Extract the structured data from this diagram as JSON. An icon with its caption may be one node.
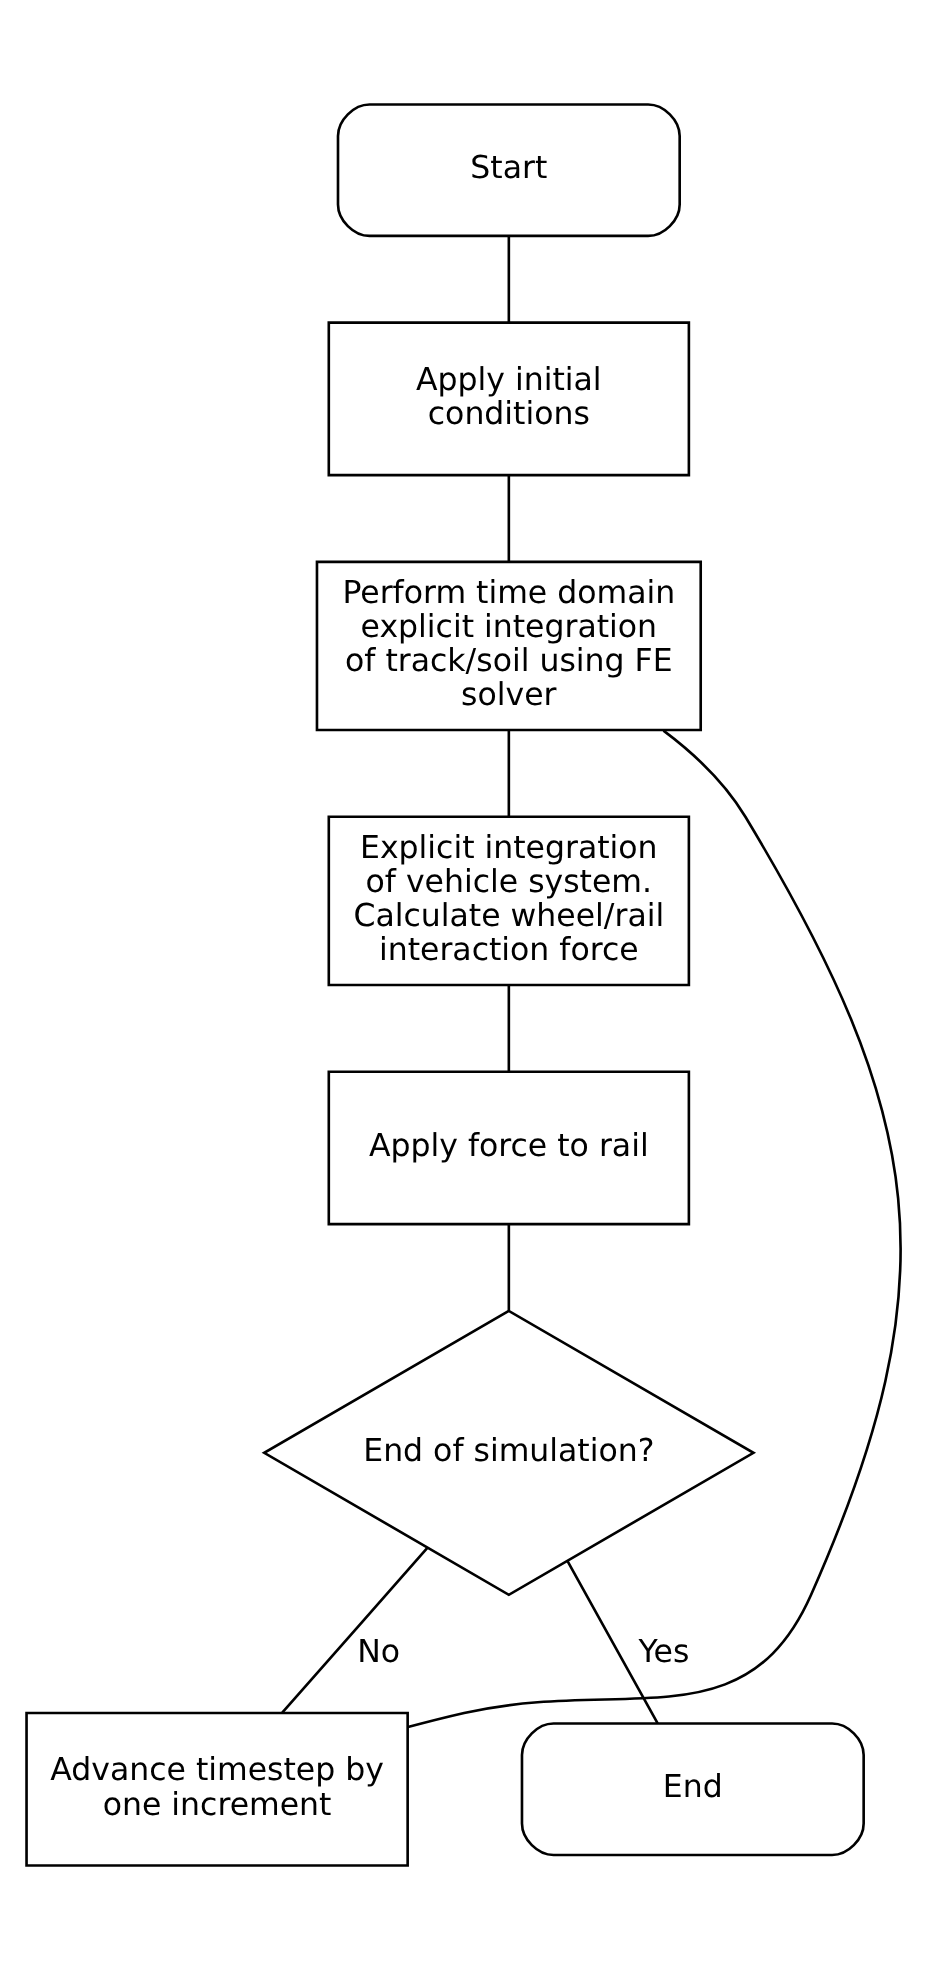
{
  "diagram": {
    "nodes": [
      {
        "text": [
          "Start"
        ]
      },
      {
        "text": [
          "Apply initial conditions"
        ]
      },
      {
        "text": [
          "Perform time domain explicit integration of track/soil using FE solver"
        ]
      },
      {
        "text": [
          "Explicit integration of vehicle system. Calculate wheel/rail interaction force"
        ]
      },
      {
        "text": [
          "Apply force to rail"
        ]
      },
      {
        "text": [
          "End of simulation?"
        ]
      },
      {
        "text": [
          "Advance timestep by one increment"
        ]
      },
      {
        "text": [
          "End"
        ]
      }
    ],
    "edges": [
      {
        "from": 0,
        "to": 1,
        "arrow": "none"
      },
      {
        "from": 1,
        "to": 2,
        "arrow": "none"
      },
      {
        "from": 2,
        "to": 3,
        "arrow": "none"
      },
      {
        "from": 3,
        "to": 4,
        "arrow": "none"
      },
      {
        "from": 4,
        "to": 5,
        "arrow": "none"
      },
      {
        "from": 5,
        "to": 7,
        "label": "Yes",
        "arrow": "none"
      },
      {
        "from": 5,
        "to": 6,
        "label": "No",
        "arrow": "none"
      },
      {
        "from": 6,
        "to": 2,
        "arrow": "none"
      }
    ]
  }
}
